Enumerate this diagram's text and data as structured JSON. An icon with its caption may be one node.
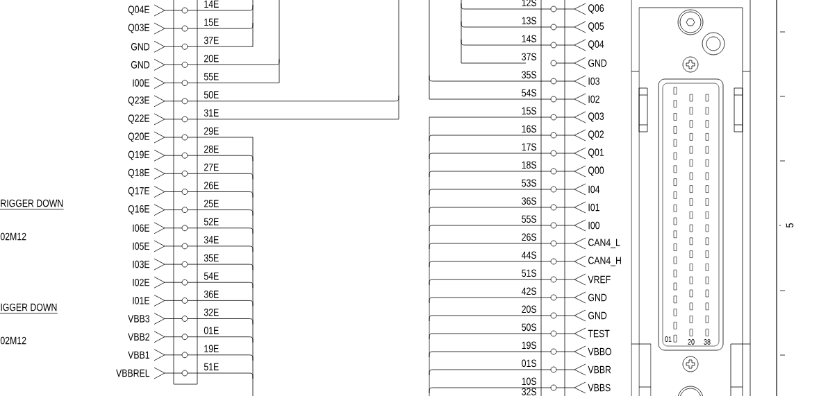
{
  "diagram": {
    "labels": [
      "RIGGER DOWN",
      "02M12",
      "IGGER DOWN",
      "02M12",
      "Q04E",
      "14E",
      "Q03E",
      "15E",
      "GND",
      "37E",
      "GND",
      "20E",
      "I00E",
      "55E",
      "Q23E",
      "50E",
      "Q22E",
      "31E",
      "Q20E",
      "29E",
      "Q19E",
      "28E",
      "Q18E",
      "27E",
      "Q17E",
      "26E",
      "Q16E",
      "25E",
      "I06E",
      "52E",
      "I05E",
      "34E",
      "I03E",
      "35E",
      "I02E",
      "54E",
      "I01E",
      "36E",
      "VBB3",
      "32E",
      "VBB2",
      "01E",
      "VBB1",
      "19E",
      "VBBREL",
      "51E",
      "12S",
      "Q06",
      "13S",
      "Q05",
      "14S",
      "Q04",
      "37S",
      "GND",
      "35S",
      "I03",
      "54S",
      "I02",
      "15S",
      "Q03",
      "16S",
      "Q02",
      "17S",
      "Q01",
      "18S",
      "Q00",
      "53S",
      "I04",
      "36S",
      "I01",
      "55S",
      "I00",
      "26S",
      "CAN4_L",
      "44S",
      "CAN4_H",
      "51S",
      "VREF",
      "42S",
      "GND",
      "20S",
      "GND",
      "50S",
      "TEST",
      "19S",
      "VBBO",
      "01S",
      "VBBR",
      "10S",
      "VBBS",
      "32S",
      "01",
      "20",
      "38",
      "5"
    ]
  }
}
